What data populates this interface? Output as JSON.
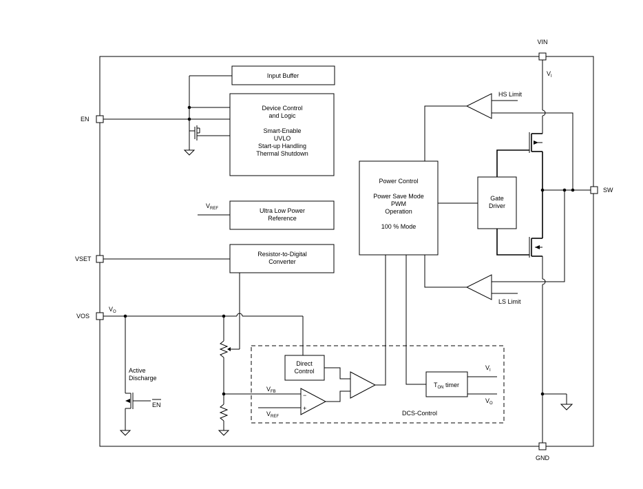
{
  "pins": {
    "vin": "VIN",
    "en": "EN",
    "vset": "VSET",
    "vos": "VOS",
    "sw": "SW",
    "gnd": "GND"
  },
  "blocks": {
    "input_buffer": [
      "Input Buffer"
    ],
    "device_control": [
      "Device Control",
      "and Logic",
      "",
      "Smart-Enable",
      "UVLO",
      "Start-up Handling",
      "Thermal Shutdown"
    ],
    "ultra_low_power": [
      "Ultra Low Power",
      "Reference"
    ],
    "r2d": [
      "Resistor-to-Digital",
      "Converter"
    ],
    "power_control": [
      "Power Control",
      "",
      "Power Save Mode",
      "PWM",
      "Operation",
      "",
      "100 % Mode"
    ],
    "gate_driver": [
      "Gate",
      "Driver"
    ],
    "direct_control": [
      "Direct",
      "Control"
    ],
    "ton_timer": {
      "main": "T",
      "sub": "ON",
      "rest": " timer"
    }
  },
  "labels": {
    "hs_limit": "HS Limit",
    "ls_limit": "LS Limit",
    "active_discharge": [
      "Active",
      "Discharge"
    ],
    "en_bar": "EN",
    "dcs_control": "DCS-Control",
    "minus": "−",
    "plus": "+",
    "vi": {
      "main": "V",
      "sub": "I"
    },
    "vo": {
      "main": "V",
      "sub": "O"
    },
    "vref": {
      "main": "V",
      "sub": "REF"
    },
    "vfb": {
      "main": "V",
      "sub": "FB"
    }
  }
}
